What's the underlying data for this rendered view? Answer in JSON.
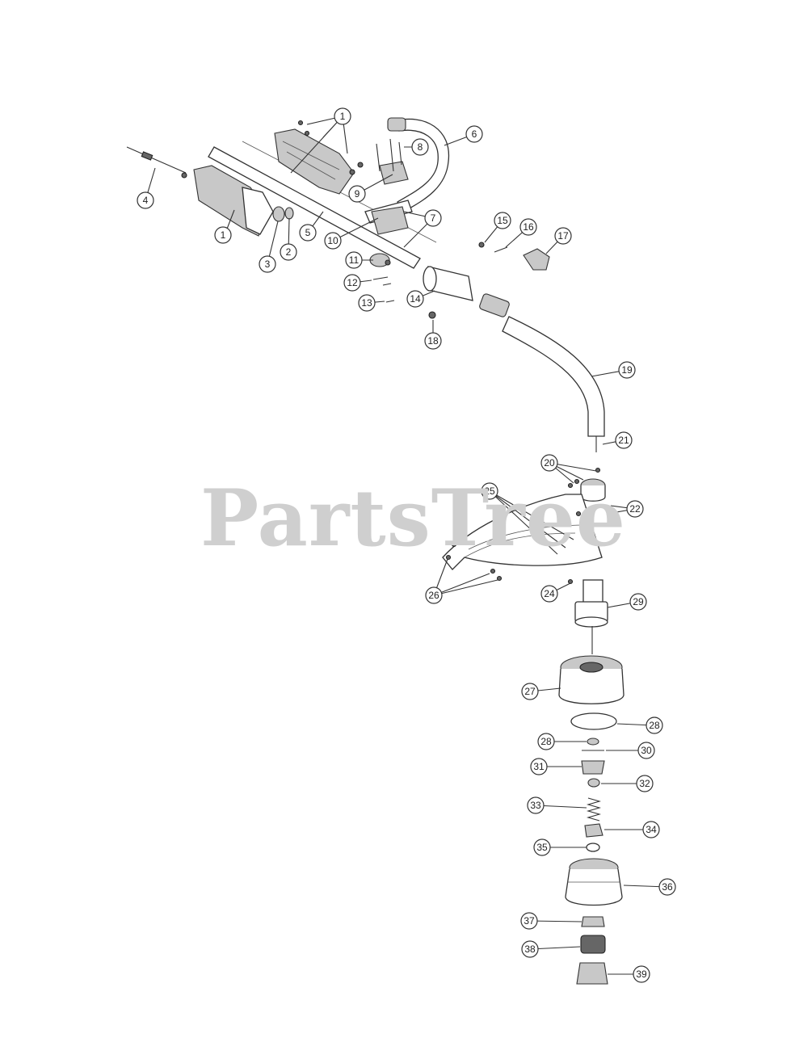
{
  "watermark": "PartsTree",
  "callouts": [
    "1",
    "1",
    "2",
    "3",
    "4",
    "5",
    "6",
    "7",
    "8",
    "9",
    "10",
    "11",
    "12",
    "13",
    "14",
    "15",
    "16",
    "17",
    "18",
    "18",
    "19",
    "20",
    "21",
    "22",
    "24",
    "25",
    "26",
    "27",
    "28",
    "28",
    "29",
    "30",
    "31",
    "32",
    "33",
    "34",
    "35",
    "36",
    "37",
    "38",
    "39"
  ]
}
